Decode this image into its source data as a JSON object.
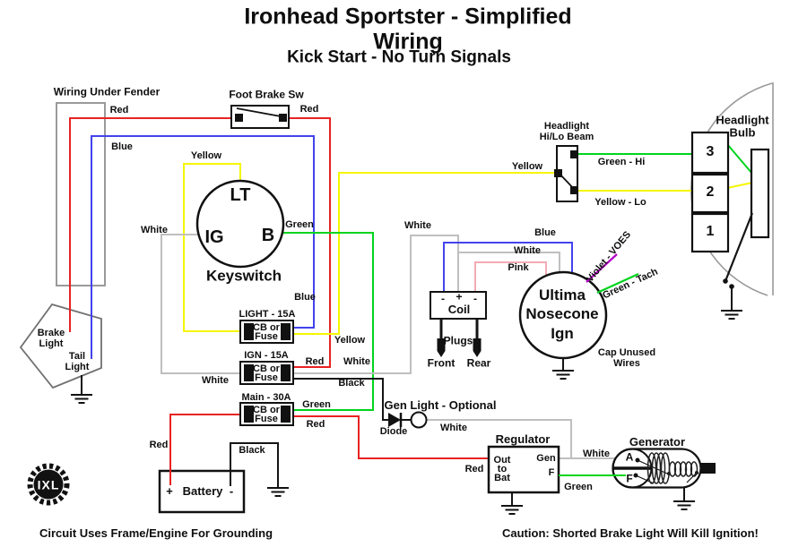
{
  "title": "Ironhead Sportster - Simplified Wiring",
  "subtitle": "Kick Start - No Turn Signals",
  "footer": {
    "left": "Circuit Uses Frame/Engine For Grounding",
    "right": "Caution: Shorted Brake Light Will Kill Ignition!"
  },
  "logo": "IXL",
  "colors": {
    "red": "#e82222",
    "blue": "#4343ee",
    "yellow": "#f6f600",
    "green": "#00d41c",
    "white_wire": "#bfbfbf",
    "pink": "#f2abb4",
    "violet": "#b400c8",
    "black": "#141414"
  },
  "fender": {
    "label": "Wiring Under Fender",
    "red": "Red",
    "blue": "Blue"
  },
  "brake_switch": {
    "label": "Foot Brake Sw",
    "red": "Red"
  },
  "tail_lamp": {
    "brake": "Brake\nLight",
    "tail": "Tail\nLight"
  },
  "keyswitch": {
    "label": "Keyswitch",
    "lt": "LT",
    "ig": "IG",
    "b": "B",
    "yellow": "Yellow",
    "white": "White",
    "green": "Green",
    "blue": "Blue"
  },
  "fuses": [
    {
      "name": "LIGHT - 15A",
      "text": "CB or\nFuse"
    },
    {
      "name": "IGN - 15A",
      "text": "CB or\nFuse"
    },
    {
      "name": "Main - 30A",
      "text": "CB or\nFuse"
    }
  ],
  "fuse_wires": {
    "yellow": "Yellow",
    "red": "Red",
    "white_in": "White",
    "white_out": "White",
    "black": "Black",
    "green": "Green",
    "red_out": "Red"
  },
  "battery": {
    "plus": "+",
    "name": "Battery",
    "minus": "-",
    "red": "Red",
    "black": "Black"
  },
  "coil": {
    "label": "Coil",
    "neg1": "-",
    "pos": "+",
    "neg2": "-",
    "plugs": "Plugs",
    "front": "Front",
    "rear": "Rear",
    "white_top": "White",
    "blue": "Blue",
    "white": "White",
    "pink": "Pink"
  },
  "nosecone": {
    "name": "Ultima\nNosecone\nIgn",
    "voes": "Violet - VOES",
    "tach": "Green - Tach",
    "cap": "Cap Unused\nWires"
  },
  "hilo": {
    "label": "Headlight\nHi/Lo Beam",
    "yellow": "Yellow",
    "hi": "Green - Hi",
    "lo": "Yellow - Lo"
  },
  "headlight": {
    "label": "Headlight\nBulb",
    "pin3": "3",
    "pin2": "2",
    "pin1": "1"
  },
  "gen_light": {
    "label": "Gen Light - Optional",
    "diode": "Diode",
    "white": "White"
  },
  "regulator": {
    "label": "Regulator",
    "out": "Out\nto\nBat",
    "gen": "Gen",
    "f": "F",
    "red": "Red",
    "white": "White",
    "green": "Green"
  },
  "generator": {
    "label": "Generator",
    "a": "A",
    "f": "F"
  }
}
